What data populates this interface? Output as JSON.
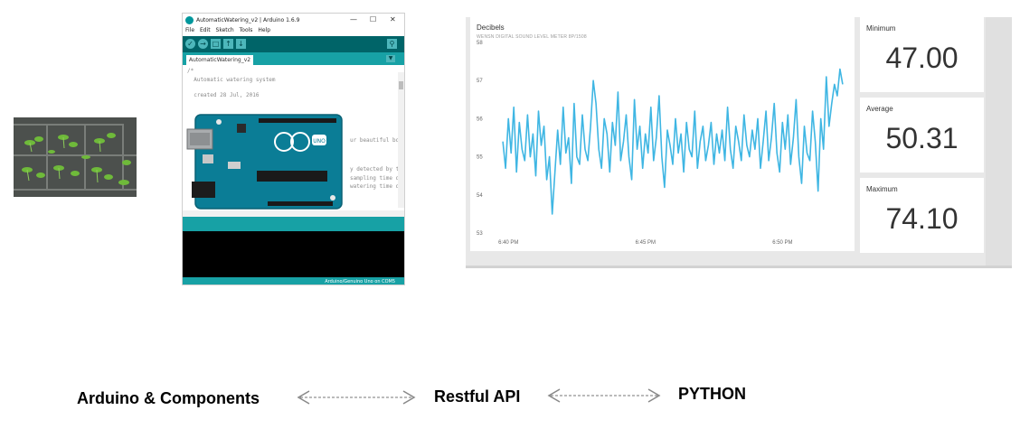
{
  "ide": {
    "window_title": "AutomaticWatering_v2 | Arduino 1.6.9",
    "menu": [
      "File",
      "Edit",
      "Sketch",
      "Tools",
      "Help"
    ],
    "tab": "AutomaticWatering_v2",
    "code_lines": [
      "/*",
      "  Automatic watering system",
      "",
      "  created 28 Jul, 2016"
    ],
    "code_fragments": [
      "ur beautiful bo",
      "y detected by t",
      "sampling time o",
      "watering time o",
      "ur"
    ],
    "board_label": "UNO",
    "status": "Arduino/Genuino Uno on COM5"
  },
  "dashboard": {
    "chart_title": "Decibels",
    "chart_subtitle": "WENSN DIGITAL SOUND LEVEL METER 8P/1508",
    "tiles": [
      {
        "label": "Minimum",
        "value": "47.00"
      },
      {
        "label": "Average",
        "value": "50.31"
      },
      {
        "label": "Maximum",
        "value": "74.10"
      }
    ]
  },
  "chart_data": {
    "type": "line",
    "ylabel": "",
    "xlabel": "",
    "ylim": [
      53,
      58
    ],
    "yticks": [
      "58",
      "57",
      "56",
      "55",
      "54",
      "53"
    ],
    "xticks": [
      "6:40 PM",
      "6:45 PM",
      "6:50 PM"
    ],
    "xtick_minutes": [
      0,
      5,
      10
    ],
    "xrange_minutes": [
      -0.3,
      12.6
    ],
    "color": "#3fb6e3",
    "series": [
      {
        "x": [
          0,
          0.1,
          0.2,
          0.3,
          0.4,
          0.5,
          0.6,
          0.7,
          0.8,
          0.9,
          1.0,
          1.1,
          1.2,
          1.3,
          1.4,
          1.5,
          1.6,
          1.7,
          1.8,
          1.9,
          2.0,
          2.1,
          2.2,
          2.3,
          2.4,
          2.5,
          2.6,
          2.7,
          2.8,
          2.9,
          3.0,
          3.1,
          3.2,
          3.3,
          3.4,
          3.5,
          3.6,
          3.7,
          3.8,
          3.9,
          4.0,
          4.1,
          4.2,
          4.3,
          4.4,
          4.5,
          4.6,
          4.7,
          4.8,
          4.9,
          5.0,
          5.1,
          5.2,
          5.3,
          5.4,
          5.5,
          5.6,
          5.7,
          5.8,
          5.9,
          6.0,
          6.1,
          6.2,
          6.3,
          6.4,
          6.5,
          6.6,
          6.7,
          6.8,
          6.9,
          7.0,
          7.1,
          7.2,
          7.3,
          7.4,
          7.5,
          7.6,
          7.7,
          7.8,
          7.9,
          8.0,
          8.1,
          8.2,
          8.3,
          8.4,
          8.5,
          8.6,
          8.7,
          8.8,
          8.9,
          9.0,
          9.1,
          9.2,
          9.3,
          9.4,
          9.5,
          9.6,
          9.7,
          9.8,
          9.9,
          10.0,
          10.1,
          10.2,
          10.3,
          10.4,
          10.5,
          10.6,
          10.7,
          10.8,
          10.9,
          11.0,
          11.1,
          11.2,
          11.3,
          11.4,
          11.5,
          11.6,
          11.7,
          11.8,
          11.9,
          12.0,
          12.1,
          12.2,
          12.3,
          12.4
        ],
        "y": [
          55.4,
          54.7,
          56.0,
          55.1,
          56.3,
          54.6,
          55.9,
          55.2,
          54.9,
          56.1,
          55.0,
          55.6,
          54.5,
          56.2,
          55.3,
          55.8,
          54.4,
          55.0,
          53.5,
          54.6,
          55.7,
          54.8,
          56.3,
          55.1,
          55.5,
          54.3,
          56.4,
          55.0,
          54.8,
          56.1,
          55.2,
          54.9,
          55.8,
          57.0,
          56.4,
          55.2,
          54.7,
          56.0,
          55.6,
          54.6,
          55.9,
          55.3,
          56.7,
          54.9,
          55.4,
          56.1,
          55.0,
          54.4,
          56.5,
          55.2,
          55.8,
          54.7,
          55.6,
          55.1,
          56.3,
          54.9,
          55.5,
          56.6,
          55.0,
          54.2,
          55.7,
          55.3,
          54.8,
          56.0,
          55.1,
          55.6,
          54.6,
          55.9,
          55.2,
          55.0,
          56.2,
          54.7,
          55.4,
          55.8,
          54.9,
          55.3,
          55.9,
          54.8,
          55.6,
          55.1,
          55.7,
          54.9,
          56.3,
          55.2,
          54.7,
          55.8,
          55.4,
          54.9,
          56.1,
          55.3,
          55.0,
          55.7,
          55.2,
          56.0,
          54.7,
          55.4,
          56.2,
          54.9,
          55.5,
          56.4,
          55.1,
          54.6,
          55.9,
          55.2,
          56.1,
          54.8,
          55.5,
          56.5,
          55.0,
          54.3,
          55.8,
          55.1,
          54.9,
          56.2,
          55.4,
          54.1,
          56.0,
          55.2,
          57.1,
          55.8,
          56.4,
          56.9,
          56.6,
          57.3,
          56.9
        ]
      }
    ]
  },
  "photo": {
    "description_hidden": ""
  },
  "flow": {
    "left": "Arduino & Components",
    "middle": "Restful API",
    "right": "PYTHON"
  }
}
